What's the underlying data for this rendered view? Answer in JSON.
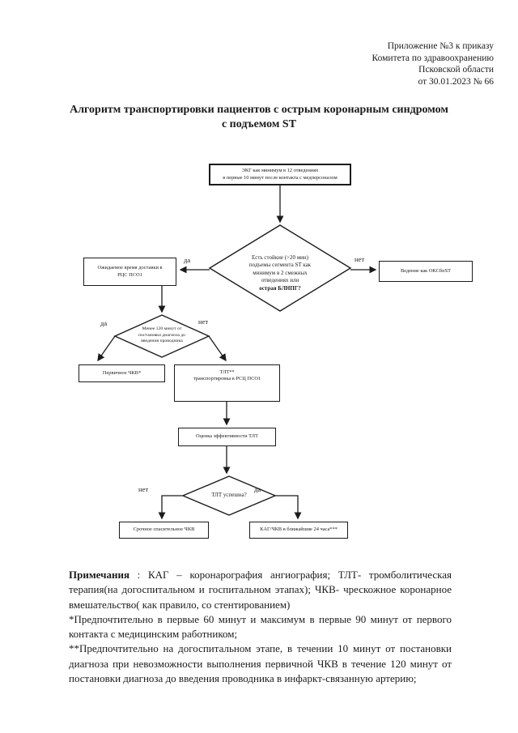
{
  "header": {
    "lines": [
      "Приложение №3 к приказу",
      "Комитета по здравоохранению",
      "Псковской области",
      "от 30.01.2023 № 66"
    ]
  },
  "title": "Алгоритм транспортировки пациентов с острым коронарным синдромом\nс подъемом ST",
  "flowchart": {
    "labels": {
      "yes": "да",
      "no": "нет"
    },
    "ekg_box": "ЭКГ как минимум в 12 отведениях\nв первые 10 минут после контакта с медперсоналом",
    "st_diamond": "Есть стойкие (>20 мин)\nподъемы сегмента ST как\nминимум в 2 смежных\nотведениях или",
    "st_diamond_bold": "острая БЛНПГ?",
    "delivery_box": "Ожидаемое время доставки в\nРЦС ПСО1",
    "nste_box": "Ведение как ОКСбпST",
    "time_diamond": "Менее 120 минут от\nпостановки диагноза до\nвведения проводника",
    "pci_box": "Первичное ЧКВ*",
    "tlt_box": "ТЛТ**\nтранспортировка в РСЦ ПСО1",
    "eval_box": "Оценка эффективности ТЛТ",
    "success_diamond": "ТЛТ успешна?",
    "rescue_box": "Срочное спасительное ЧКВ",
    "cag_box": "КАГ/ЧКВ в ближайшие 24 часа***"
  },
  "notes": {
    "label": "Примечания",
    "p1_rest": " : КАГ – коронарография ангиография; ТЛТ- тромболитическая терапия(на догоспитальном и госпитальном этапах); ЧКВ- чрескожное коронарное вмешательство( как правило, со стентированием)",
    "p2": "*Предпочтительно в первые 60 минут и максимум в первые 90 минут от первого контакта с медицинским работником;",
    "p3": "**Предпочтительно на догоспитальном этапе, в течении 10 минут от постановки диагноза при невозможности выполнения первичной ЧКВ в течение 120 минут от постановки диагноза до введения проводника в инфаркт-связанную артерию;"
  }
}
